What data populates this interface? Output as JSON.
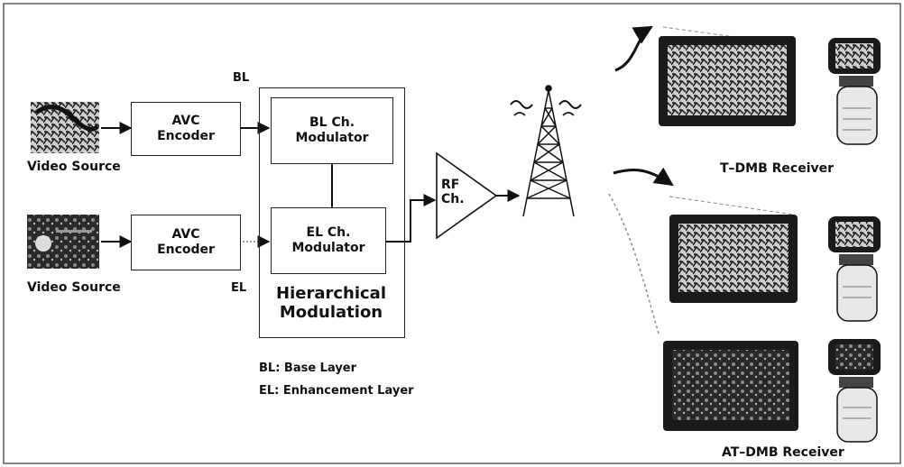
{
  "video_sources": {
    "top_label": "Video Source",
    "bottom_label": "Video Source"
  },
  "encoders": {
    "top": [
      "AVC",
      "Encoder"
    ],
    "bottom": [
      "AVC",
      "Encoder"
    ]
  },
  "layer_tags": {
    "bl": "BL",
    "el": "EL"
  },
  "modulators": {
    "bl": [
      "BL Ch.",
      "Modulator"
    ],
    "el": [
      "EL Ch.",
      "Modulator"
    ]
  },
  "hierarchical": [
    "Hierarchical",
    "Modulation"
  ],
  "rf": [
    "RF",
    "Ch."
  ],
  "legend": {
    "bl": "BL: Base Layer",
    "el": "EL: Enhancement Layer"
  },
  "receivers": {
    "tdmb": "T–DMB Receiver",
    "atdmb": "AT–DMB Receiver"
  },
  "colors": {
    "line": "#111111",
    "screen_dark": "#1a1a1a",
    "screen_mid": "#6a6a6a",
    "dashed_path": "#8a8a8a"
  }
}
